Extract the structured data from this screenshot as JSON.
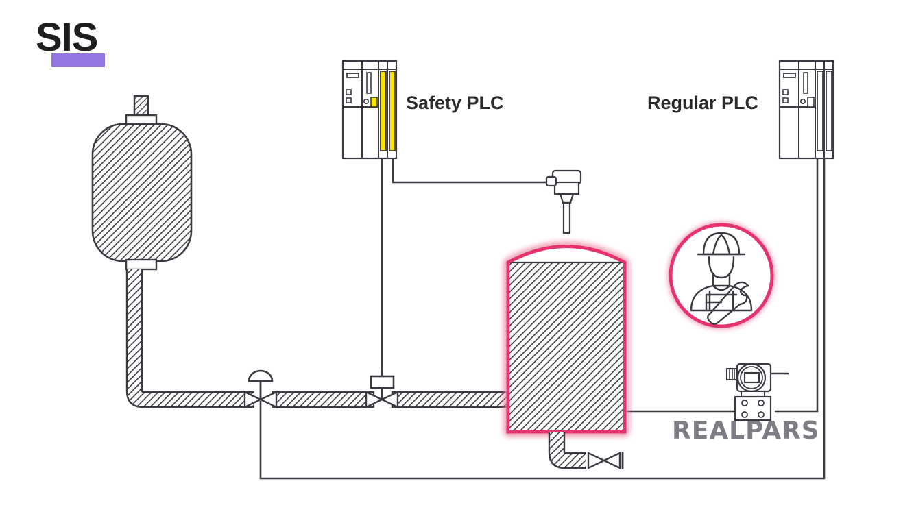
{
  "title": {
    "text": "SIS",
    "underline_color": "#9575e0",
    "text_color": "#1f1f1f"
  },
  "labels": {
    "safety_plc": "Safety PLC",
    "regular_plc": "Regular PLC"
  },
  "watermark": {
    "text": "REALPARS",
    "color": "#7d7d86"
  },
  "colors": {
    "line": "#3a3a42",
    "hatch": "#3a3a42",
    "highlight_pink": "#e8淡",
    "tank_outline": "#e6326e",
    "tank_glow": "#f06a9b",
    "plc_module_yellow": "#ffe600",
    "plc_body": "#ffffff",
    "background": "#ffffff"
  },
  "components": [
    {
      "name": "accumulator-vessel",
      "type": "pressure-vessel",
      "label": ""
    },
    {
      "name": "safety-plc",
      "type": "plc",
      "label": "Safety PLC",
      "modules": 2,
      "module_color": "#ffe600"
    },
    {
      "name": "regular-plc",
      "type": "plc",
      "label": "Regular PLC",
      "modules": 2,
      "module_color": "#ffffff"
    },
    {
      "name": "level-sensor",
      "type": "radar-level-transmitter",
      "label": ""
    },
    {
      "name": "main-tank",
      "type": "storage-tank",
      "label": "",
      "highlighted": true
    },
    {
      "name": "worker-icon",
      "type": "operator-badge",
      "label": "",
      "highlighted": true
    },
    {
      "name": "pressure-transmitter",
      "type": "dp-transmitter",
      "label": ""
    },
    {
      "name": "diaphragm-valve",
      "type": "control-valve",
      "label": ""
    },
    {
      "name": "solenoid-valve",
      "type": "shutdown-valve",
      "label": ""
    },
    {
      "name": "drain-valve",
      "type": "manual-valve",
      "label": ""
    }
  ]
}
